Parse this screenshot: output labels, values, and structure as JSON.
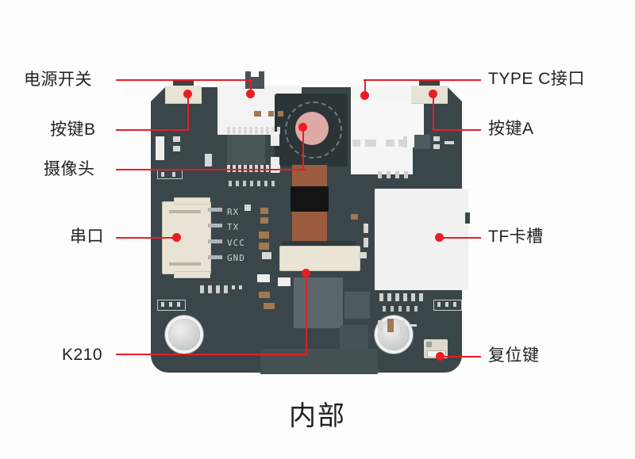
{
  "figure": {
    "caption": "内部",
    "accent_color": "#ec1c24",
    "board_color": "#3a4649",
    "text_color": "#231f20"
  },
  "callouts": {
    "left": [
      {
        "id": "power-switch",
        "label": "电源开关"
      },
      {
        "id": "button-b",
        "label": "按键B"
      },
      {
        "id": "camera",
        "label": "摄像头"
      },
      {
        "id": "serial-port",
        "label": "串口"
      },
      {
        "id": "k210",
        "label": "K210"
      }
    ],
    "right": [
      {
        "id": "type-c",
        "label": "TYPE C接口"
      },
      {
        "id": "button-a",
        "label": "按键A"
      },
      {
        "id": "tf-card-slot",
        "label": "TF卡槽"
      },
      {
        "id": "reset-button",
        "label": "复位键"
      }
    ]
  },
  "silkscreen": {
    "serial_pins": [
      "RX",
      "TX",
      "VCC",
      "GND"
    ]
  }
}
